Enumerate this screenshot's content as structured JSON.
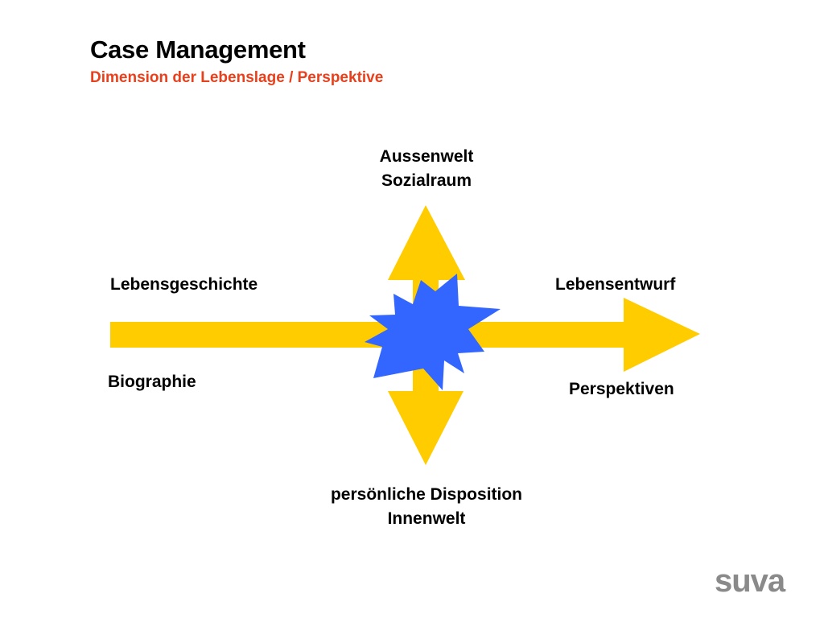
{
  "header": {
    "title": "Case Management",
    "subtitle": "Dimension der Lebenslage / Perspektive"
  },
  "diagram": {
    "top_line1": "Aussenwelt",
    "top_line2": "Sozialraum",
    "bottom_line1": "persönliche Disposition",
    "bottom_line2": "Innenwelt",
    "left_upper": "Lebensgeschichte",
    "left_lower": "Biographie",
    "right_upper": "Lebensentwurf",
    "right_lower": "Perspektiven"
  },
  "colors": {
    "arrow": "#ffcc00",
    "star": "#3366ff",
    "subtitle": "#e8401c",
    "logo": "#8a8a8a"
  },
  "logo": {
    "text": "suva"
  }
}
